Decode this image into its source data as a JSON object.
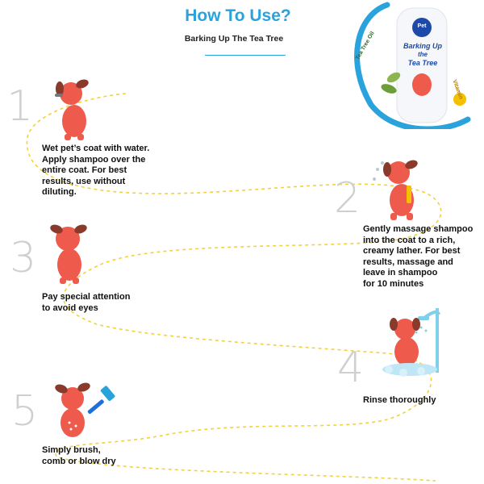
{
  "header": {
    "title": "How To Use?",
    "subtitle": "Barking Up The Tea Tree"
  },
  "product": {
    "brand": "Pet",
    "bottle_name_lines": [
      "Barking Up",
      "the",
      "Tea Tree"
    ],
    "ingredient_left": "Tea Tree Oil",
    "ingredient_right": "Vitamin"
  },
  "steps": [
    {
      "number": "1",
      "text": "Wet pet’s coat with water.\nApply shampoo over the\nentire coat. For best\nresults, use without\ndiluting."
    },
    {
      "number": "2",
      "text": "Gently massage shampoo\ninto the coat to a rich,\ncreamy lather. For best\nresults, massage and\nleave in shampoo\nfor 10 minutes"
    },
    {
      "number": "3",
      "text": "Pay special attention\nto avoid eyes"
    },
    {
      "number": "4",
      "text": "Rinse thoroughly"
    },
    {
      "number": "5",
      "text": "Simply brush,\ncomb or blow dry"
    }
  ],
  "colors": {
    "accent": "#2aa3dd",
    "dog": "#ee5a4b",
    "dog_ears": "#8a3a2a",
    "path": "#f2d23a",
    "numerals": "#cfcfcf"
  }
}
